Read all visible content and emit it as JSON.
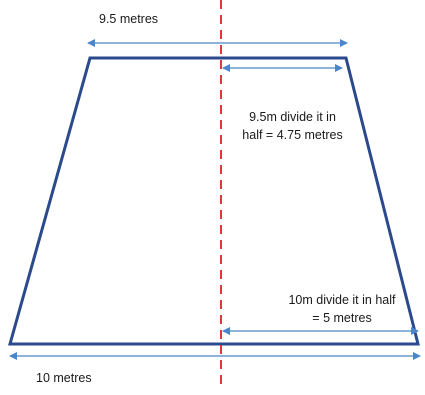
{
  "labels": {
    "top_width": "9.5 metres",
    "top_half_line1": "9.5m divide it in",
    "top_half_line2": "half = 4.75 metres",
    "bottom_half_line1": "10m divide it in half",
    "bottom_half_line2": "= 5 metres",
    "bottom_width": "10 metres"
  },
  "colors": {
    "trapezoid": "#2b4a8c",
    "arrows": "#4a86c8",
    "center_line": "#e8323c"
  }
}
